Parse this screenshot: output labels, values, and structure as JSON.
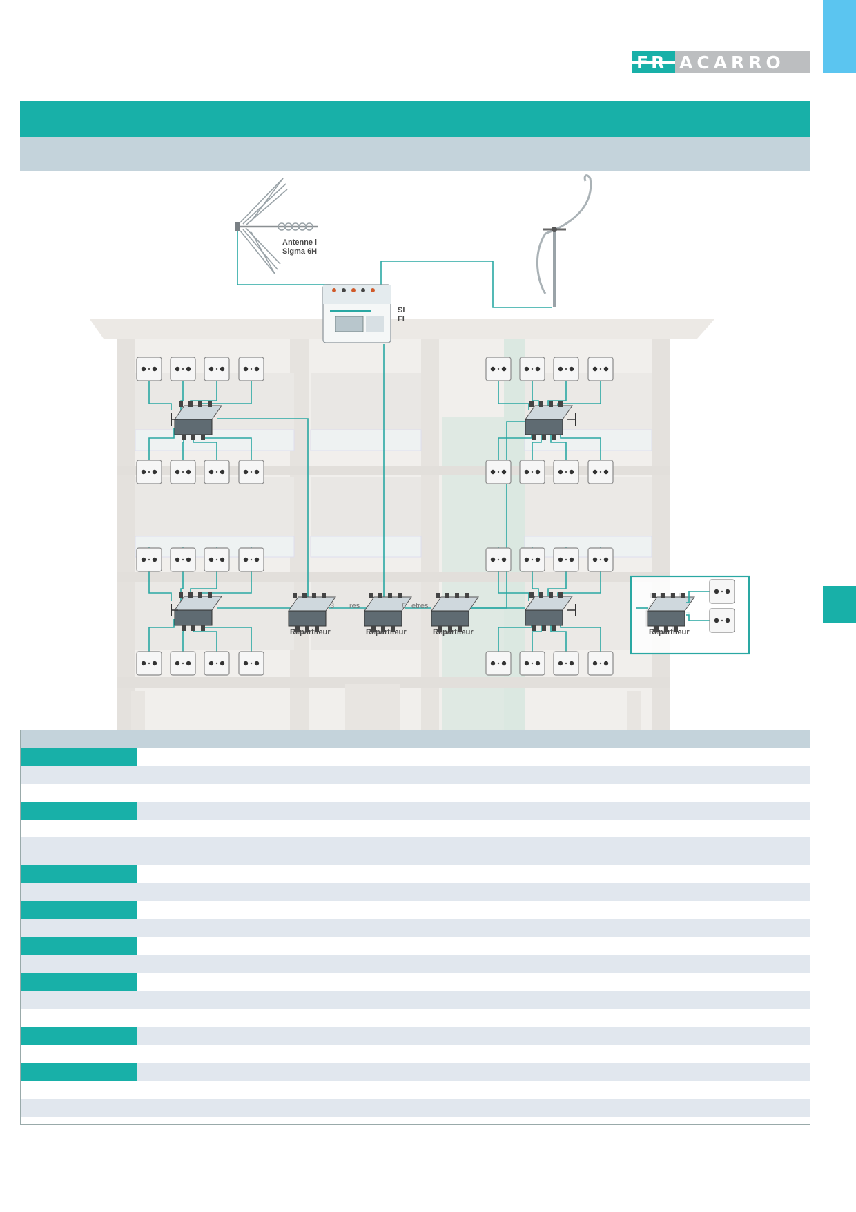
{
  "brand": {
    "logo_text_accent": "FR",
    "logo_text_rest": "ACARRO",
    "accent_color": "#18b0a8",
    "tab_color": "#5bc5f0",
    "band_gray_color": "#c4d3db",
    "row_shade_color": "#e1e7ee"
  },
  "diagram": {
    "antenna_label_line1": "Antenne l",
    "antenna_label_line2": "Sigma 6H",
    "amplifier_label_line1": "SI",
    "amplifier_label_line2": "FI",
    "splitter_label": "Répartiteur",
    "cable_label_1": "3",
    "cable_label_2": "res",
    "cable_label_3": "6",
    "cable_label_4": "ètres",
    "icons": [
      "uhf-antenna-icon",
      "fm-antenna-icon",
      "amplifier-icon",
      "splitter-icon",
      "tv-outlet-icon",
      "terminator-icon"
    ]
  },
  "table": {
    "rows": [
      {
        "style": "head",
        "category": false
      },
      {
        "style": "white",
        "category": true
      },
      {
        "style": "shade",
        "category": false
      },
      {
        "style": "white",
        "category": false
      },
      {
        "style": "shade",
        "category": true
      },
      {
        "style": "white",
        "category": false
      },
      {
        "style": "shade",
        "category": false
      },
      {
        "style": "white",
        "category": true
      },
      {
        "style": "shade",
        "category": false
      },
      {
        "style": "white",
        "category": true
      },
      {
        "style": "shade",
        "category": false
      },
      {
        "style": "white",
        "category": true
      },
      {
        "style": "shade",
        "category": false
      },
      {
        "style": "white",
        "category": true
      },
      {
        "style": "shade",
        "category": false
      },
      {
        "style": "white",
        "category": false
      },
      {
        "style": "shade",
        "category": true
      },
      {
        "style": "white",
        "category": false
      },
      {
        "style": "shade",
        "category": true
      },
      {
        "style": "white",
        "category": false
      },
      {
        "style": "shade",
        "category": false
      }
    ]
  }
}
